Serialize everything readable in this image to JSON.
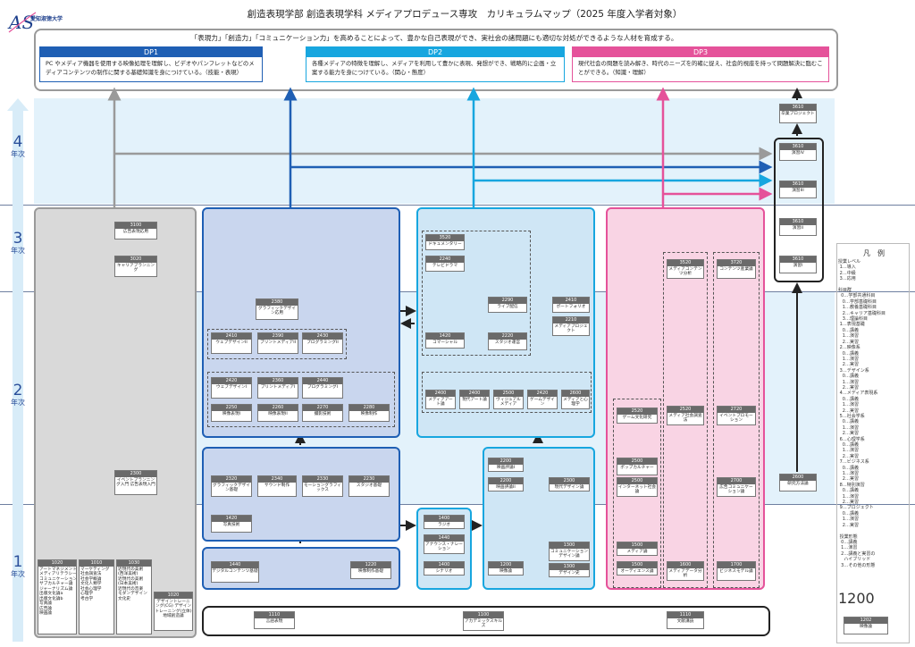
{
  "title": "創造表現学部 創造表現学科 メディアプロデュース専攻　カリキュラムマップ（2025 年度入学者対象）",
  "logo": {
    "mark": "AS",
    "text": "愛知淑徳大学"
  },
  "intro": "「表現力」「創造力」「コミュニケーション力」を高めることによって、豊かな自己表現ができ、実社会の諸問題にも適切な対処ができるような人材を育成する。",
  "dp": [
    {
      "name": "DP1",
      "color": "#1f5fb4",
      "text": "PC やメディア機器を使用する映像処理を理解し、ビデオやパンフレットなどのメディアコンテンツの制作に関する基礎知識を身につけている。（技能・表現）"
    },
    {
      "name": "DP2",
      "color": "#17a6df",
      "text": "各種メディアの特徴を理解し、メディアを利用して豊かに表現、発想ができ、戦略的に企画・立案する能力を身につけている。（関心・態度）"
    },
    {
      "name": "DP3",
      "color": "#e5529a",
      "text": "現代社会の問題を読み解き、時代のニーズを的確に捉え、社会的視座を持って問題解決に臨むことができる。（知識・理解）"
    }
  ],
  "years": [
    {
      "n": "4",
      "s": "年次"
    },
    {
      "n": "3",
      "s": "年次"
    },
    {
      "n": "2",
      "s": "年次"
    },
    {
      "n": "1",
      "s": "年次"
    }
  ],
  "courses": {
    "c3100": {
      "code": "3100",
      "name": "広告表現応用"
    },
    "c3020": {
      "code": "3020",
      "name": "キャリアプランニング"
    },
    "c2300": {
      "code": "2300",
      "name": "イベントプランニング入門 広告表現入門"
    },
    "c1020": {
      "code": "1020",
      "name": "デザイントレーニング(CG) デザイントレーニング(立体) 地域創造論"
    },
    "c2380": {
      "code": "2380",
      "name": "グラフィックデザイン応用"
    },
    "c2410": {
      "code": "2410",
      "name": "ウェブデザインII"
    },
    "c2390": {
      "code": "2390",
      "name": "プリントメディアII"
    },
    "c2430": {
      "code": "2430",
      "name": "プログラミングII"
    },
    "c2420": {
      "code": "2420",
      "name": "ウェブデザインI"
    },
    "c2360": {
      "code": "2360",
      "name": "プリントメディアI"
    },
    "c2440": {
      "code": "2440",
      "name": "プログラミングI"
    },
    "c2250": {
      "code": "2250",
      "name": "映像表現I"
    },
    "c2260": {
      "code": "2260",
      "name": "映像表現II"
    },
    "c2270": {
      "code": "2270",
      "name": "撮影技術"
    },
    "c2280": {
      "code": "2280",
      "name": "映像制作"
    },
    "c2320": {
      "code": "2320",
      "name": "グラフィックデザイン基礎"
    },
    "c2340": {
      "code": "2340",
      "name": "サウンド制作"
    },
    "c2330": {
      "code": "2330",
      "name": "モーショングラフィックス"
    },
    "c2230": {
      "code": "2230",
      "name": "スタジオ基礎"
    },
    "c1420": {
      "code": "1420",
      "name": "写真技術"
    },
    "c1440": {
      "code": "1440",
      "name": "デジタルコンテンツ基礎"
    },
    "c1220": {
      "code": "1220",
      "name": "映像制作基礎"
    },
    "c3520": {
      "code": "3520",
      "name": "ドキュメンタリー"
    },
    "c2240": {
      "code": "2240",
      "name": "テレビドラマ"
    },
    "c2290": {
      "code": "2290",
      "name": "ライブ配信"
    },
    "c2410b": {
      "code": "2410",
      "name": "ポートフォリオ"
    },
    "c2210": {
      "code": "2210",
      "name": "メディアプロジェクト"
    },
    "c1420b": {
      "code": "1420",
      "name": "コマーシャル"
    },
    "c2220": {
      "code": "2220",
      "name": "スタジオ運営"
    },
    "c2400": {
      "code": "2400",
      "name": "メディアアート論"
    },
    "c2400b": {
      "code": "2400",
      "name": "現代アート論"
    },
    "c2500": {
      "code": "2500",
      "name": "ヴィジュアルメディア"
    },
    "c2420b": {
      "code": "2420",
      "name": "ゲームデザイン"
    },
    "c2600": {
      "code": "2600",
      "name": "メディアと心理学"
    },
    "c1400a": {
      "code": "1400",
      "name": "ラジオ"
    },
    "c1440b": {
      "code": "1440",
      "name": "アナウンス・ナレーション"
    },
    "c1400": {
      "code": "1400",
      "name": "シナリオ"
    },
    "c2200": {
      "code": "2200",
      "name": "映画評論I"
    },
    "c2200b": {
      "code": "2200",
      "name": "映画評論II"
    },
    "c2300b": {
      "code": "2300",
      "name": "現代デザイン論"
    },
    "c1200": {
      "code": "1200",
      "name": "映像論"
    },
    "c1300": {
      "code": "1300",
      "name": "コミュニケーションデザイン論"
    },
    "c1300b": {
      "code": "1300",
      "name": "デザイン史"
    },
    "c2520": {
      "code": "2520",
      "name": "ゲーム文化研究"
    },
    "c2500b": {
      "code": "2500",
      "name": "ポップカルチャー"
    },
    "c2500c": {
      "code": "2500",
      "name": "インターネット社会論"
    },
    "c1500": {
      "code": "1500",
      "name": "メディア論"
    },
    "c1500b": {
      "code": "1500",
      "name": "オーディエンス論"
    },
    "c3520b": {
      "code": "3520",
      "name": "メディアコンテンツ分析"
    },
    "c2520b": {
      "code": "2520",
      "name": "メディア社会調査法"
    },
    "c1600": {
      "code": "1600",
      "name": "メディアデータ分析"
    },
    "c3720": {
      "code": "3720",
      "name": "コンテンツ産業論"
    },
    "c2720": {
      "code": "2720",
      "name": "イベントプロモーション"
    },
    "c2700": {
      "code": "2700",
      "name": "広告コミュニケーション論"
    },
    "c1700": {
      "code": "1700",
      "name": "ビジネスモデル論"
    },
    "c3610": {
      "code": "3610",
      "name": "卒業プロジェクト"
    },
    "c3610a": {
      "code": "3610",
      "name": "演習IV"
    },
    "c3610b": {
      "code": "3610",
      "name": "演習III"
    },
    "c3610c": {
      "code": "3610",
      "name": "演習II"
    },
    "c3610d": {
      "code": "3610",
      "name": "演習I"
    },
    "c2600b": {
      "code": "2600",
      "name": "研究方法論"
    },
    "c1110": {
      "code": "1110",
      "name": "言語表現"
    },
    "c1100": {
      "code": "1100",
      "name": "アカデミックスキルズ"
    },
    "c1110b": {
      "code": "1110",
      "name": "文献講読"
    }
  },
  "left_list_1": {
    "code": "1020",
    "text": "アートマネジメント\nメディアリテラシー\nコミュニケーション論\nサブカルチャー論\nジャーナリズム論\n出版文化論a\n出版文化論b\n写真論\n広告論\n映画論"
  },
  "left_list_2": {
    "code": "1010",
    "text": "マーケティング\n社会調査法\n社会学概論\n文化人類学\n社会心理学\n心理学\n考古学"
  },
  "left_list_3": {
    "code": "1030",
    "text": "近現代の美術\n(西洋美術)\n近現代の美術\n(日本美術)\n近現代の音楽\nモダンデザイン\n文化史"
  },
  "legend": {
    "title": "凡　例",
    "body": "授業レベル\n 1…導入\n 2…中級\n 3…応用\n\n科目群\n  0…学部共通科目\n   0…学部基礎科目\n   1…教養基礎科目\n   2…キャリア基礎科目\n   3…理論科目\n 1…表現基礎\n   0…講義\n   1…演習\n   2…実習\n 2…映像系\n   0…講義\n   1…演習\n   2…実習\n 3…デザイン系\n   0…講義\n   1…演習\n   2…実習\n 4…メディア表現系\n   0…講義\n   1…演習\n   2…実習\n 5…社会学系\n   0…講義\n   1…演習\n   2…実習\n 6…心理学系\n   0…講義\n   1…演習\n   2…実習\n 7…ビジネス系\n   0…講義\n   1…演習\n   2…実習\n 8…特別演習\n   0…講義\n   1…演習\n   2…実習\n 9…プロジェクト\n   0…講義\n   1…演習\n   2…実習\n\n 授業形態\n  0…講義\n  1…演習\n  2…講義と実習の\n    ハイブリッド\n  3…その他の形態",
    "num": "1200",
    "sample_code": "1202",
    "sample_name": "映像論"
  }
}
